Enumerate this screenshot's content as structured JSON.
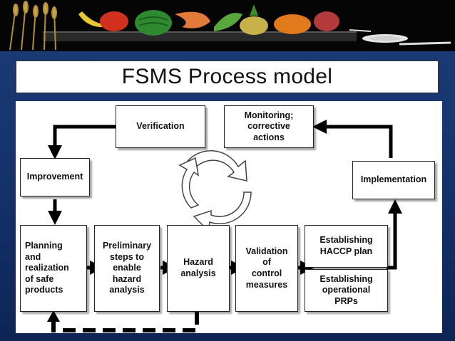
{
  "slide": {
    "title": "FSMS Process model"
  },
  "diagram": {
    "boxes": {
      "verification": "Verification",
      "monitoring": "Monitoring;\ncorrective\nactions",
      "improvement": "Improvement",
      "implementation": "Implementation",
      "planning": "Planning\nand\nrealization\nof safe\nproducts",
      "preliminary": "Preliminary\nsteps to\nenable\nhazard\nanalysis",
      "hazard": "Hazard\nanalysis",
      "validation": "Validation\nof\ncontrol\nmeasures",
      "haccp": "Establishing\nHACCP plan",
      "prps": "Establishing\noperational\nPRPs"
    },
    "cycle_icon": "recycle-cycle-icon",
    "colors": {
      "arrow": "#000000",
      "box_border": "#222222",
      "background_top": "#1d3d78",
      "background_bottom": "#0d2555"
    }
  }
}
